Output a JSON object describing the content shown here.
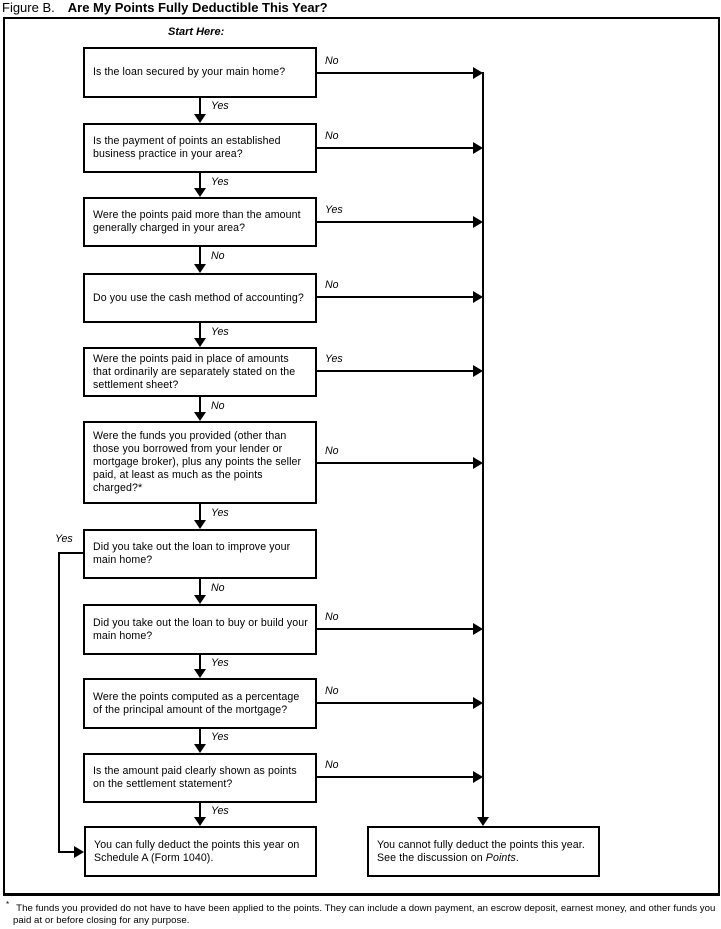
{
  "title": {
    "figure_label": "Figure B.",
    "heading": "Are My Points Fully Deductible This Year?"
  },
  "start_label": "Start Here:",
  "questions": [
    {
      "text": "Is the loan secured by your main home?",
      "right_label": "No",
      "down_label": "Yes"
    },
    {
      "text": "Is the payment of points an established business practice in your area?",
      "right_label": "No",
      "down_label": "Yes"
    },
    {
      "text": "Were the points paid more than the amount generally charged in your area?",
      "right_label": "Yes",
      "down_label": "No"
    },
    {
      "text": "Do you use the cash method of accounting?",
      "right_label": "No",
      "down_label": "Yes"
    },
    {
      "text": "Were the points paid in place of amounts that ordinarily are separately stated on the settlement sheet?",
      "right_label": "Yes",
      "down_label": "No"
    },
    {
      "text": "Were the funds you provided (other than those you borrowed from your lender or mortgage broker), plus any points the seller paid, at least as much as the points charged?*",
      "right_label": "No",
      "down_label": "Yes"
    },
    {
      "text": "Did you take out the loan to improve your main home?",
      "left_label": "Yes",
      "down_label": "No"
    },
    {
      "text": "Did you take out the loan to buy or build your main home?",
      "right_label": "No",
      "down_label": "Yes"
    },
    {
      "text": "Were the points computed as a percentage of the principal amount of the mortgage?",
      "right_label": "No",
      "down_label": "Yes"
    },
    {
      "text": "Is the amount paid clearly shown as points on the settlement statement?",
      "right_label": "No",
      "down_label": "Yes"
    }
  ],
  "outcomes": {
    "positive": "You can fully deduct the points this year on Schedule A (Form 1040).",
    "negative_text": "You cannot fully deduct the points this year. See the discussion on ",
    "negative_italic": "Points",
    "negative_suffix": "."
  },
  "footnote": {
    "marker": "*",
    "text": "The funds you provided do not have to have been applied to the points. They can include a down payment, an escrow deposit, earnest money, and other funds you paid at or before closing for any purpose."
  },
  "colors": {
    "ink": "#000000",
    "paper": "#ffffff"
  }
}
